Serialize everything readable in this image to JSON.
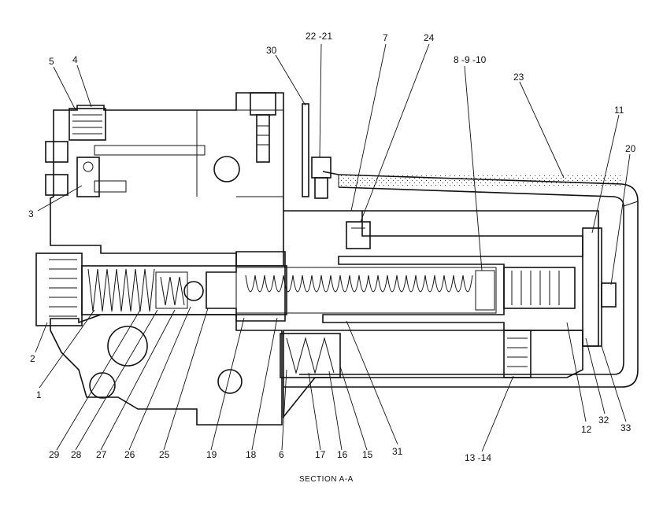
{
  "caption": "SECTION  A-A",
  "callouts": {
    "c1": "1",
    "c2": "2",
    "c3": "3",
    "c4": "4",
    "c5": "5",
    "c6": "6",
    "c7": "7",
    "c8": "8 -9 -10",
    "c11": "11",
    "c12": "12",
    "c13": "13 -14",
    "c15": "15",
    "c16": "16",
    "c17": "17",
    "c18": "18",
    "c19": "19",
    "c20": "20",
    "c22": "22 -21",
    "c23": "23",
    "c24": "24",
    "c25": "25",
    "c26": "26",
    "c27": "27",
    "c28": "28",
    "c29": "29",
    "c30": "30",
    "c31": "31",
    "c32": "32",
    "c33": "33"
  },
  "colors": {
    "ink": "#111111",
    "paper": "#ffffff"
  }
}
